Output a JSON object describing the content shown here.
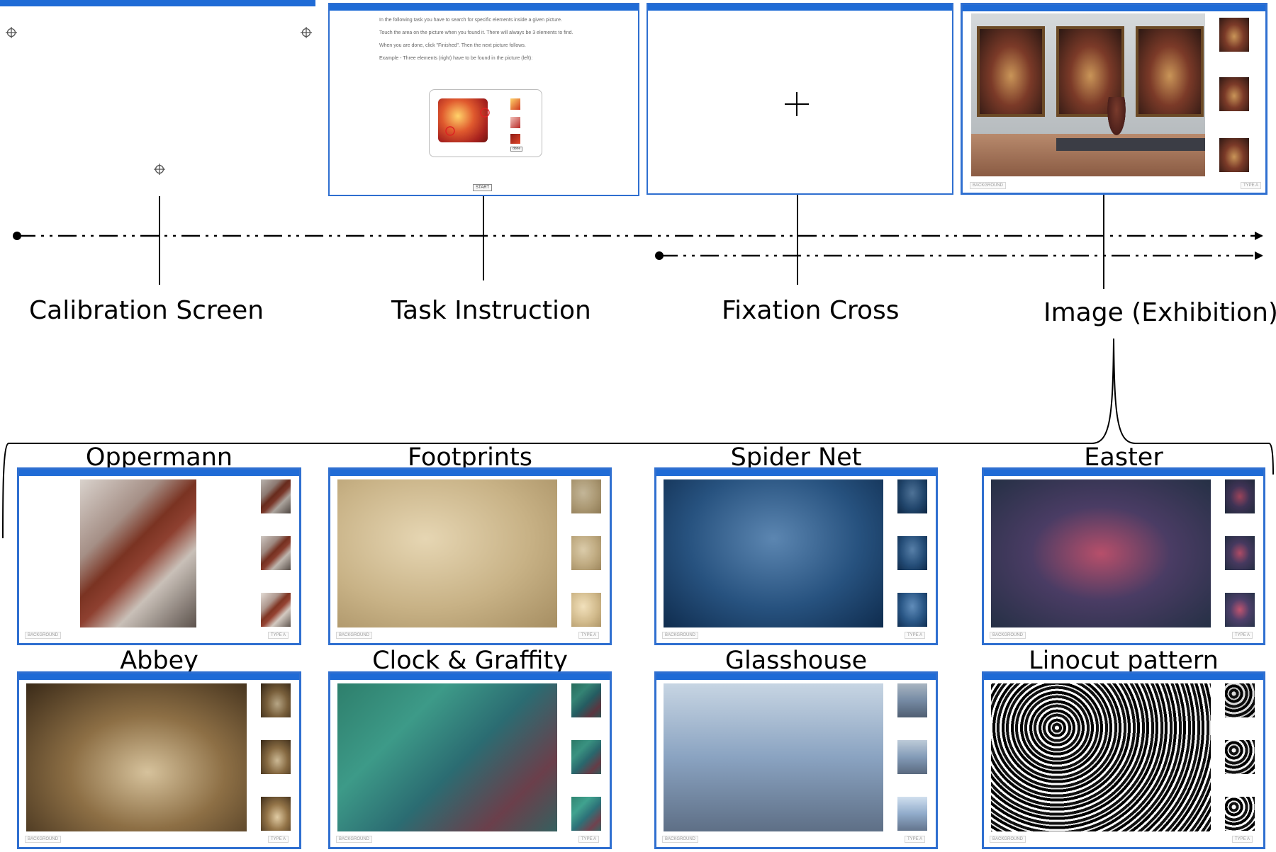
{
  "timeline": {
    "stages": [
      {
        "label": "Calibration Screen"
      },
      {
        "label": "Task Instruction"
      },
      {
        "label": "Fixation Cross"
      },
      {
        "label": "Image (Exhibition)"
      }
    ]
  },
  "instruction_screen": {
    "lines": [
      "In the following task you have to search for specific elements inside a given picture.",
      "Touch the area on the picture when you found it. There will always be 3 elements to find.",
      "When you are done, click \"Finished\". Then the next picture follows.",
      "Example - Three elements (right) have to be found in the picture (left):"
    ],
    "start_button": "START",
    "example_button": "done"
  },
  "screen_buttons": {
    "left": "BACKGROUND",
    "right": "TYPE A"
  },
  "gallery": [
    {
      "title": "Oppermann",
      "scene": "opp"
    },
    {
      "title": "Footprints",
      "scene": "foot"
    },
    {
      "title": "Spider Net",
      "scene": "spider"
    },
    {
      "title": "Easter",
      "scene": "easter"
    },
    {
      "title": "Abbey",
      "scene": "abbey"
    },
    {
      "title": "Clock & Graffity",
      "scene": "clock"
    },
    {
      "title": "Glasshouse",
      "scene": "glass"
    },
    {
      "title": "Linocut pattern",
      "scene": "lino"
    }
  ],
  "colors": {
    "frame_blue": "#2f6fd0",
    "bar_blue": "#1f6bd6"
  }
}
